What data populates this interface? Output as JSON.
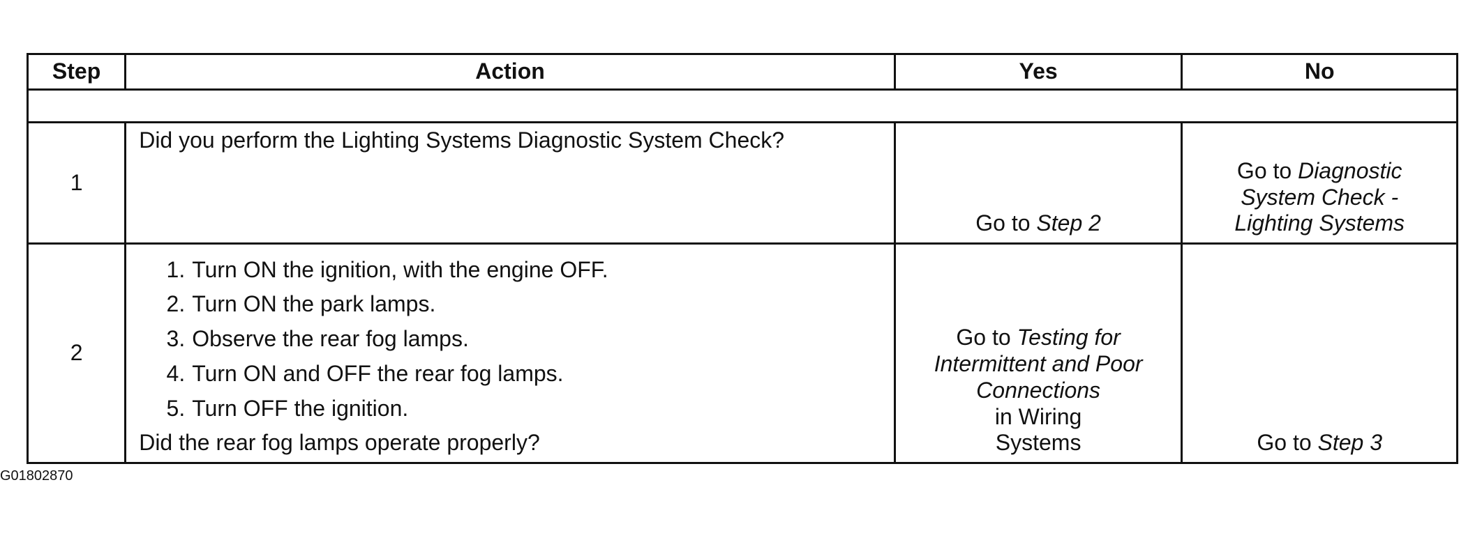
{
  "table": {
    "headers": {
      "step": "Step",
      "action": "Action",
      "yes": "Yes",
      "no": "No"
    },
    "rows": [
      {
        "step": "1",
        "question": "Did you perform the Lighting Systems Diagnostic System Check?",
        "yes": {
          "prefix": "Go to",
          "ref": "Step 2"
        },
        "no": {
          "prefix": "Go to",
          "ref_line1": "Diagnostic",
          "ref_line2": "System Check -",
          "ref_line3": "Lighting Systems"
        }
      },
      {
        "step": "2",
        "instructions": [
          "Turn ON the ignition, with the engine OFF.",
          "Turn ON the park lamps.",
          "Observe the rear fog lamps.",
          "Turn ON and OFF the rear fog lamps.",
          "Turn OFF the ignition."
        ],
        "instruction_numbers": [
          "1.",
          "2.",
          "3.",
          "4.",
          "5."
        ],
        "question": "Did the rear fog lamps operate properly?",
        "yes": {
          "prefix": "Go to",
          "ref_line1": "Testing for",
          "ref_line2": "Intermittent and Poor",
          "ref_line3": "Connections",
          "suffix_line1": "in Wiring",
          "suffix_line2": "Systems"
        },
        "no": {
          "prefix": "Go to",
          "ref": "Step 3"
        }
      }
    ]
  },
  "figure_id": "G01802870"
}
